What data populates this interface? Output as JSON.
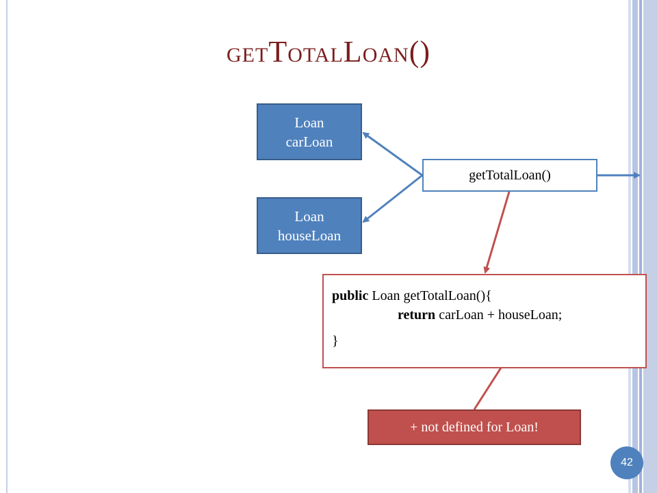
{
  "slide": {
    "title": {
      "part1_small": "GET",
      "part2_big": "T",
      "part3_small": "OTAL",
      "part4_big": "L",
      "part5_small": "OAN",
      "part6": "()"
    },
    "page_number": "42"
  },
  "diagram": {
    "box_car": {
      "line1": "Loan",
      "line2": "carLoan"
    },
    "box_house": {
      "line1": "Loan",
      "line2": "houseLoan"
    },
    "method_box": "getTotalLoan()",
    "code": {
      "line1_keyword": "public",
      "line1_rest": " Loan getTotalLoan(){",
      "line2_keyword": "return",
      "line2_rest": " carLoan + houseLoan;",
      "line3": "}"
    },
    "error_box": "+ not defined for Loan!"
  },
  "colors": {
    "blue": "#4f81bd",
    "red": "#c0504d",
    "title": "#7a1d1d"
  }
}
